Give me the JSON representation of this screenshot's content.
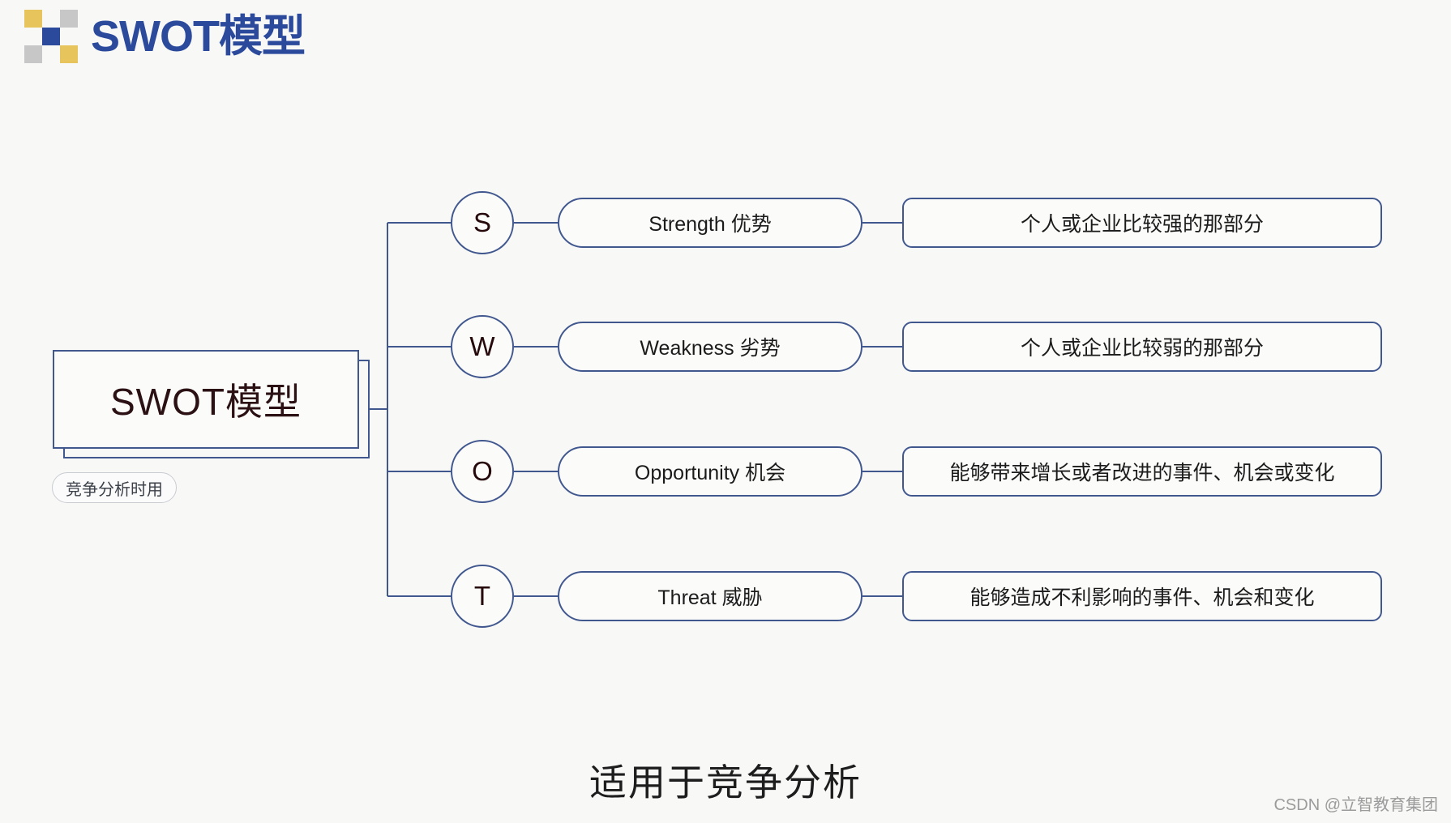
{
  "header": {
    "title": "SWOT模型",
    "logo": {
      "name": "swot-logo-icon",
      "cells": [
        "#e8c55c",
        "none",
        "#c7c7c7",
        "none",
        "#2b4a9b",
        "none",
        "#c7c7c7",
        "none",
        "#e8c55c"
      ]
    }
  },
  "root": {
    "label": "SWOT模型",
    "badge": "竞争分析时用"
  },
  "rows": [
    {
      "key": "S",
      "letter": "S",
      "label": "Strength 优势",
      "description": "个人或企业比较强的那部分"
    },
    {
      "key": "W",
      "letter": "W",
      "label": "Weakness 劣势",
      "description": "个人或企业比较弱的那部分"
    },
    {
      "key": "O",
      "letter": "O",
      "label": "Opportunity 机会",
      "description": "能够带来增长或者改进的事件、机会或变化"
    },
    {
      "key": "T",
      "letter": "T",
      "label": "Threat 威胁",
      "description": "能够造成不利影响的事件、机会和变化"
    }
  ],
  "caption": "适用于竞争分析",
  "watermark": "CSDN @立智教育集团",
  "colors": {
    "background": "#f8f8f7",
    "title_blue": "#2b4a9b",
    "stroke_blue": "#41588f",
    "logo_yellow": "#e8c55c",
    "logo_gray": "#c7c7c7",
    "text_dark": "#1b1b1b",
    "badge_border": "#c9ccd1",
    "watermark_gray": "#9b9b9b"
  }
}
